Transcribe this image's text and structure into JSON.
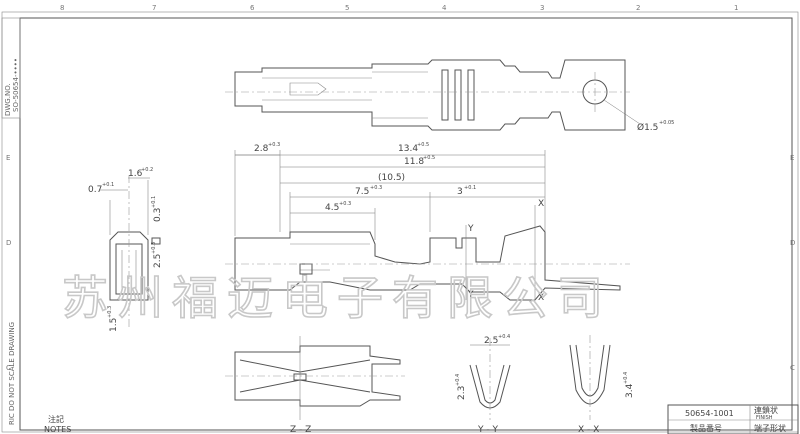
{
  "drawing": {
    "side_label": "DWG.NO.",
    "side_number": "SO-50654-••••",
    "side_note": "RIC DO NOT SCALE DRAWING",
    "zone_numbers": [
      "8",
      "7",
      "6",
      "5",
      "4",
      "3",
      "2",
      "1"
    ],
    "row_letters": [
      "E",
      "D",
      "C"
    ]
  },
  "watermark": "苏州福迈电子有限公司",
  "dimensions": {
    "d_2_8": "2.8",
    "d_2_8_tol": "+0.3",
    "d_13_4": "13.4",
    "d_13_4_tol": "+0.5",
    "d_11_8": "11.8",
    "d_11_8_tol": "+0.5",
    "d_10_5": "(10.5)",
    "d_7_5": "7.5",
    "d_7_5_tol": "+0.3",
    "d_3": "3",
    "d_3_tol": "+0.1",
    "d_4_5": "4.5",
    "d_4_5_tol": "+0.3",
    "d_1_6": "1.6",
    "d_1_6_tol": "+0.2",
    "d_0_7": "0.7",
    "d_0_7_tol": "+0.1",
    "d_0_3": "0.3",
    "d_0_3_tol": "+0.1",
    "d_2_5": "2.5",
    "d_2_5_tol": "+0.3",
    "d_1_5": "1.5",
    "d_1_5_tol": "+0.3",
    "d_dia": "Ø1.5",
    "d_dia_tol": "+0.05",
    "d_2_5b": "2.5",
    "d_2_5b_tol": "+0.4",
    "d_2_3": "2.3",
    "d_2_3_tol": "+0.4",
    "d_3_4": "3.4",
    "d_3_4_tol": "+0.4"
  },
  "section_labels": {
    "x": "X",
    "y": "Y",
    "zz": "Z - Z",
    "yy": "Y - Y",
    "xx": "X - X"
  },
  "notes": {
    "cn": "注記",
    "en": "NOTES"
  },
  "title_block": {
    "part_no": "50654-1001",
    "product_no_label": "製品番号",
    "finish": "連鎖状",
    "finish_sub": "FINISH",
    "name": "端子形状"
  }
}
